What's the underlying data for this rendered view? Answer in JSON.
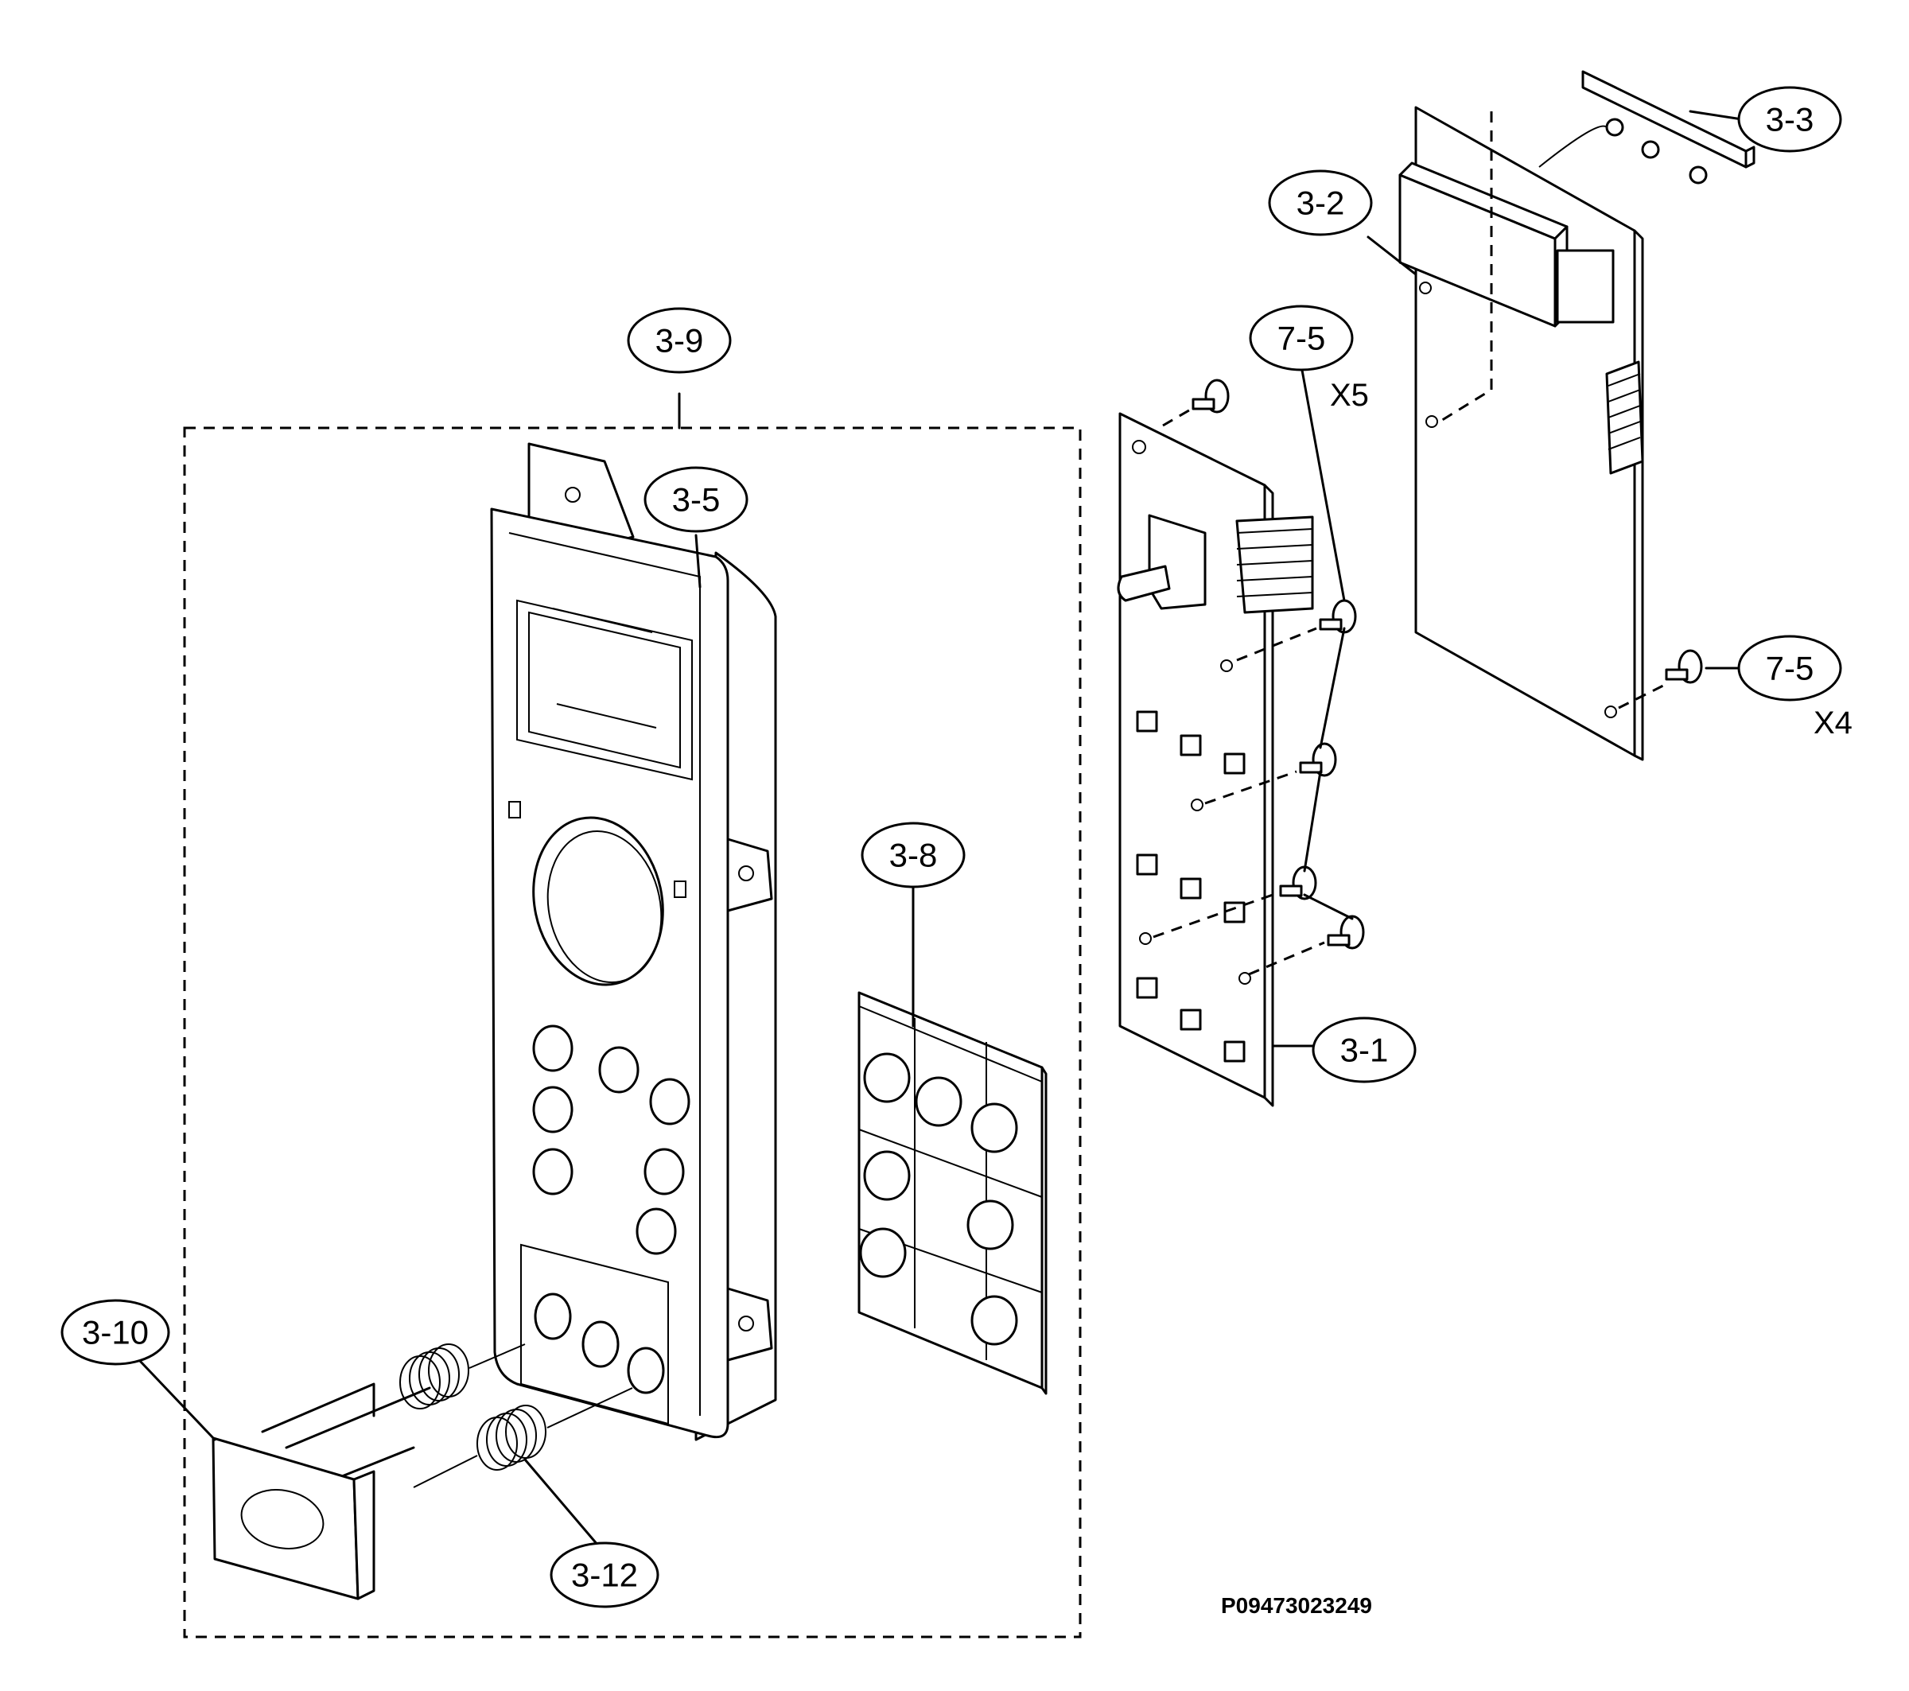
{
  "callouts": {
    "c3_1": "3-1",
    "c3_2": "3-2",
    "c3_3": "3-3",
    "c3_5": "3-5",
    "c3_8": "3-8",
    "c3_9": "3-9",
    "c3_10": "3-10",
    "c3_12": "3-12",
    "c7_5a": "7-5",
    "c7_5b": "7-5"
  },
  "quantities": {
    "x5": "X5",
    "x4": "X4"
  },
  "drawing_code": "P09473023249"
}
